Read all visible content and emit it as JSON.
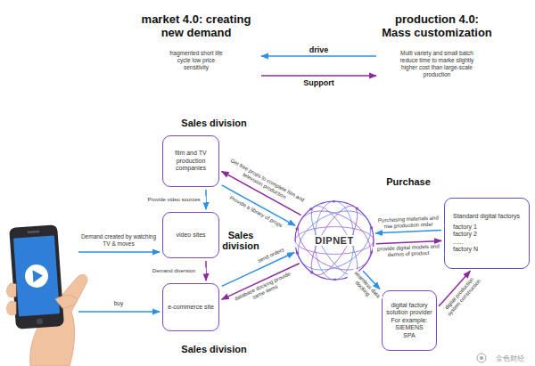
{
  "diagram": {
    "nodes": [
      {
        "text": [
          "market 4.0: creating new demand",
          "fragmented short life cycle low price sensitivity"
        ]
      },
      {
        "text": [
          "production 4.0: Mass customization",
          "Multi variety and small batch reduce time to marke slightly higher cost than large-scale production"
        ]
      },
      {
        "text": [
          "film and TV production companies"
        ]
      },
      {
        "text": [
          "video sites"
        ]
      },
      {
        "text": [
          "e-commerce site"
        ]
      },
      {
        "text": [
          "DIPNET"
        ]
      },
      {
        "text": [
          "Standard digital factorys",
          "factory 1",
          "factory 2",
          "......",
          "factory N"
        ]
      },
      {
        "text": [
          "digital factory solution provider",
          "For example:",
          "SIEMENS",
          "SPA"
        ]
      }
    ],
    "edges": [
      {
        "from": 1,
        "to": 0,
        "label": "drive",
        "arrow": "to"
      },
      {
        "from": 0,
        "to": 1,
        "label": "Support",
        "arrow": "to"
      },
      {
        "from": 2,
        "to": 3,
        "label": "Provide video sources",
        "arrow": "to"
      },
      {
        "from": 3,
        "to": 4,
        "label": "Demand diversion",
        "arrow": "to"
      },
      {
        "from": 5,
        "to": 2,
        "label": "Get free props to complete film and television production",
        "arrow": "to"
      },
      {
        "from": 2,
        "to": 5,
        "label": "Provide a library of props",
        "arrow": "to"
      },
      {
        "from": 4,
        "to": 5,
        "label": "send orders",
        "arrow": "to"
      },
      {
        "from": 5,
        "to": 4,
        "label": "database docking provide same items",
        "arrow": "to"
      },
      {
        "from": 6,
        "to": 5,
        "label": "Purchasing materials and rise production order",
        "arrow": "to"
      },
      {
        "from": 5,
        "to": 6,
        "label": "provide digital models and demos of product",
        "arrow": "to"
      },
      {
        "from": 5,
        "to": 7,
        "label": "seamless data docking",
        "arrow": "to"
      },
      {
        "from": 7,
        "to": 6,
        "label": "digital production system construction",
        "arrow": "to"
      }
    ],
    "labels": [
      "Sales division",
      "Sales division",
      "Sales division",
      "Purchase",
      "Demand created by watching TV & moves",
      "buy",
      "金色财经"
    ]
  }
}
